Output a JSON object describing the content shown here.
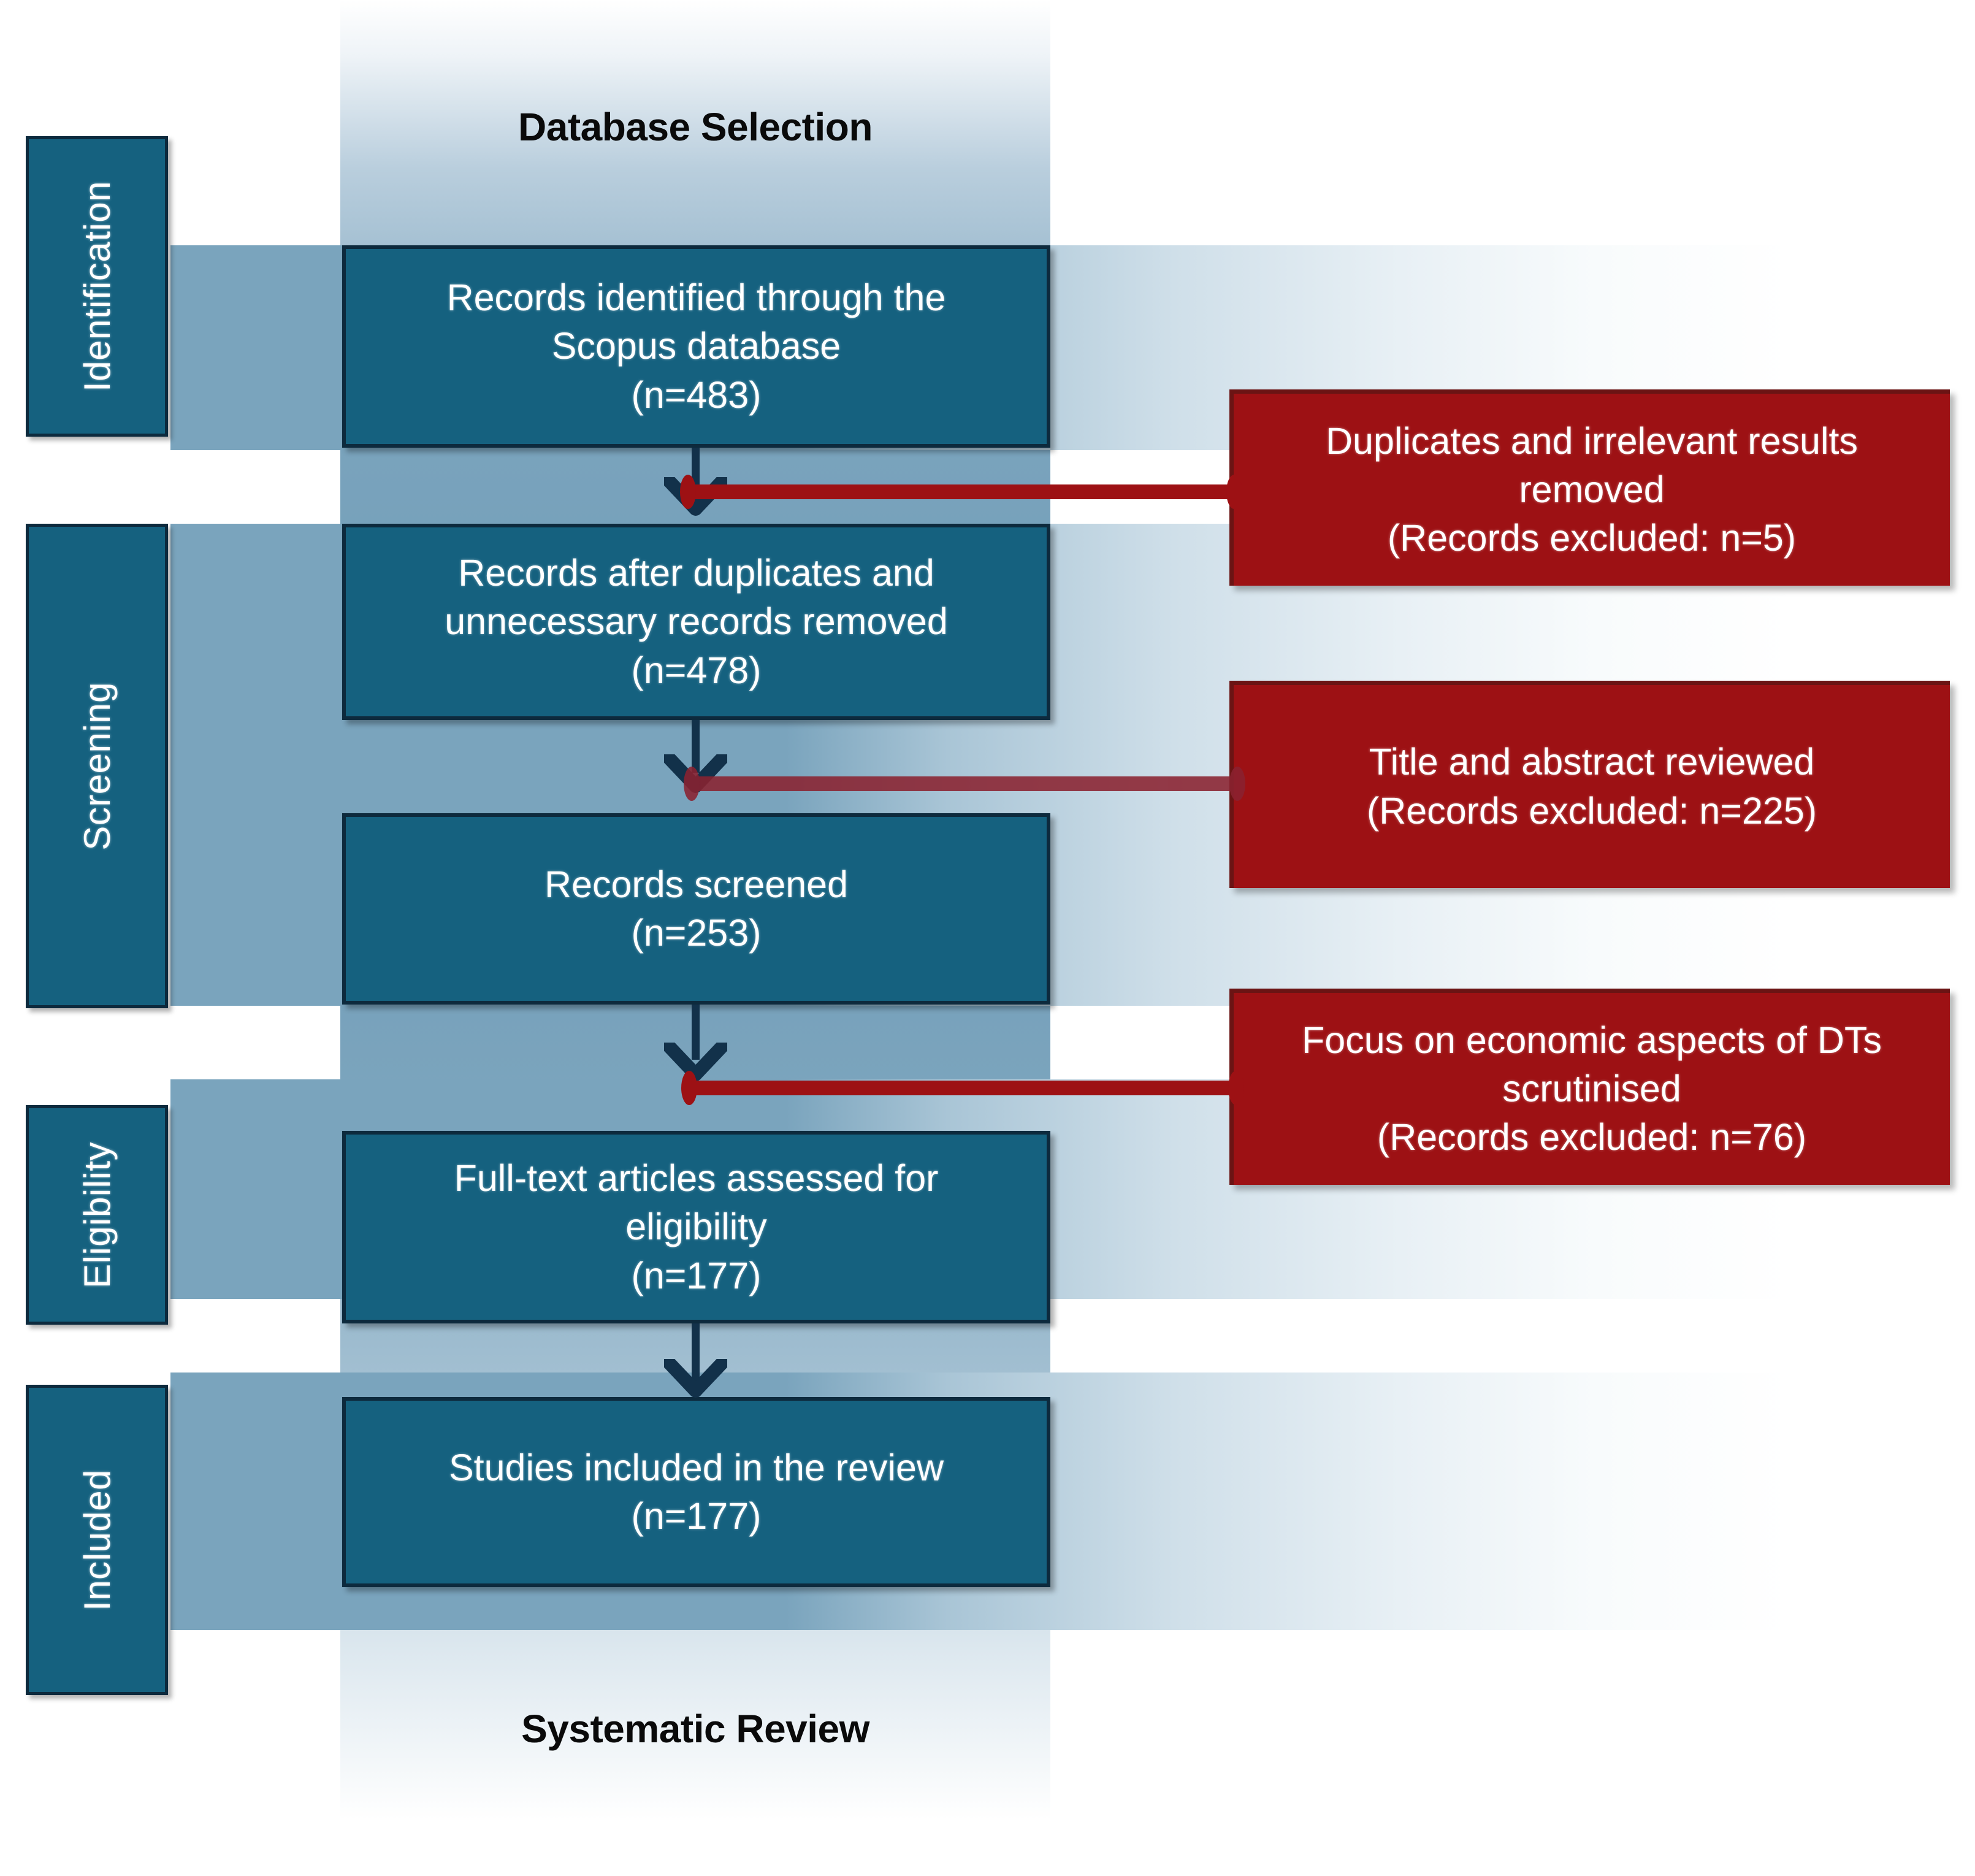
{
  "diagram": {
    "title_top": "Database Selection",
    "title_bottom": "Systematic Review",
    "colors": {
      "box_fill": "#15617f",
      "box_border": "#0d2a3d",
      "exclusion_fill": "#9d1114",
      "exclusion_border": "#6b1414",
      "band_fill": "#7aa4bd",
      "arrow": "#12314a",
      "text_on_box": "#ffffff"
    }
  },
  "stages": [
    {
      "label": "Identification"
    },
    {
      "label": "Screening"
    },
    {
      "label": "Eligibility"
    },
    {
      "label": "Included"
    }
  ],
  "flow": [
    {
      "name": "records-identified",
      "line1": "Records  identified through the",
      "line2": "Scopus database",
      "line3": "(n=483)",
      "n": 483
    },
    {
      "name": "records-after-duplicates",
      "line1": "Records after duplicates and",
      "line2": "unnecessary records removed",
      "line3": "(n=478)",
      "n": 478
    },
    {
      "name": "records-screened",
      "line1": "Records screened",
      "line2": "(n=253)",
      "line3": "",
      "n": 253
    },
    {
      "name": "full-text-assessed",
      "line1": "Full-text articles assessed for",
      "line2": "eligibility",
      "line3": "(n=177)",
      "n": 177
    },
    {
      "name": "studies-included",
      "line1": "Studies included in the review",
      "line2": "(n=177)",
      "line3": "",
      "n": 177
    }
  ],
  "exclusions": [
    {
      "name": "duplicates-removed",
      "line1": "Duplicates and irrelevant results",
      "line2": "removed",
      "line3": "(Records excluded: n=5)",
      "excluded": 5
    },
    {
      "name": "title-abstract-reviewed",
      "line1": "Title and abstract reviewed",
      "line2": "(Records excluded: n=225)",
      "line3": "",
      "excluded": 225
    },
    {
      "name": "economic-focus-scrutinised",
      "line1": "Focus on economic aspects of DTs",
      "line2": "scrutinised",
      "line3": "(Records excluded: n=76)",
      "excluded": 76
    }
  ]
}
